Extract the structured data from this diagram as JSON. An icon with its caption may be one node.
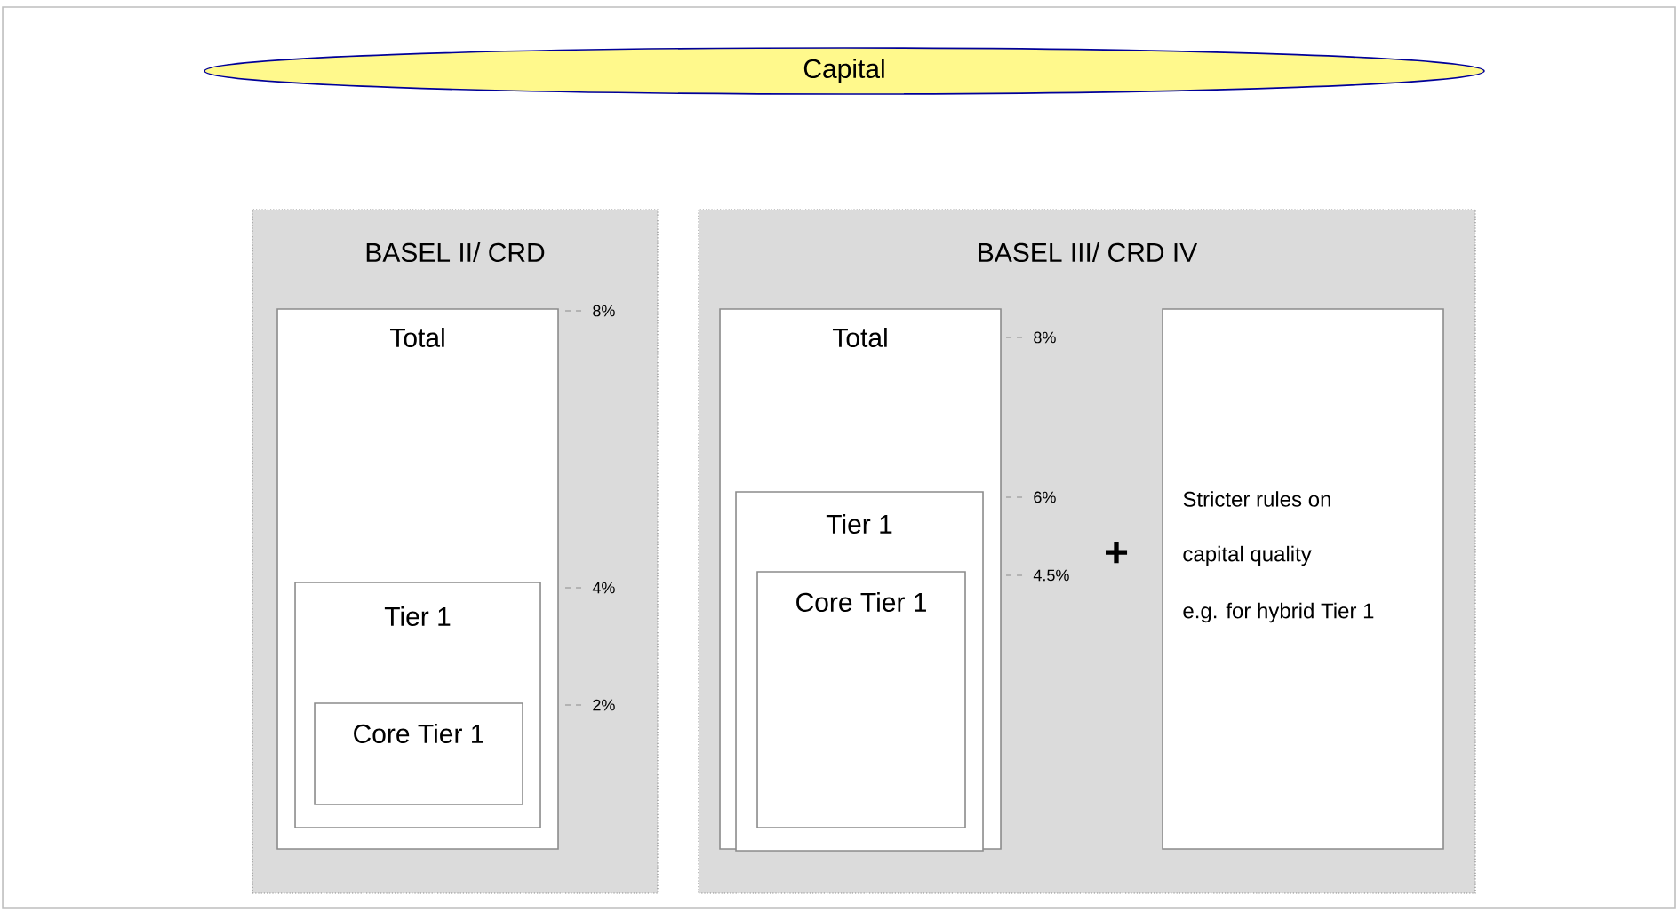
{
  "diagram": {
    "nodes": [
      {
        "text": [
          "Capital"
        ]
      },
      {
        "text": [
          "BASEL II/ CRD"
        ]
      },
      {
        "text": [
          "Total"
        ],
        "in": 1
      },
      {
        "text": [
          "Tier 1"
        ],
        "in": 2
      },
      {
        "text": [
          "Core Tier 1"
        ],
        "in": 3
      },
      {
        "text": [
          "BASEL III/ CRD IV"
        ]
      },
      {
        "text": [
          "Total"
        ],
        "in": 5
      },
      {
        "text": [
          "Tier 1"
        ],
        "in": 6
      },
      {
        "text": [
          "Core Tier 1"
        ],
        "in": 7
      },
      {
        "text": [
          "Stricter rules on",
          "capital quality",
          "e.g. for hybrid Tier 1"
        ],
        "in": 5
      }
    ],
    "labels": [
      "8%",
      "4%",
      "2%",
      "8%",
      "6%",
      "4.5%",
      "+"
    ]
  }
}
